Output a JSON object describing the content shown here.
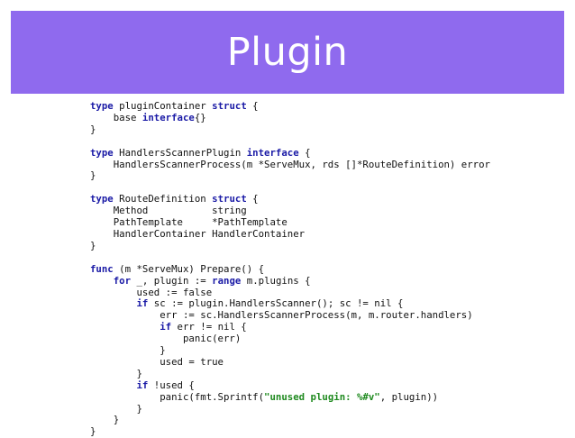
{
  "slide": {
    "title": "Plugin",
    "background_color": "#8f6aee",
    "code_lines": [
      [
        [
          "kw",
          "type"
        ],
        [
          "t",
          " pluginContainer "
        ],
        [
          "kw",
          "struct"
        ],
        [
          "t",
          " {"
        ]
      ],
      [
        [
          "t",
          "    base "
        ],
        [
          "kw",
          "interface"
        ],
        [
          "t",
          "{}"
        ]
      ],
      [
        [
          "t",
          "}"
        ]
      ],
      [
        [
          "t",
          ""
        ]
      ],
      [
        [
          "kw",
          "type"
        ],
        [
          "t",
          " HandlersScannerPlugin "
        ],
        [
          "kw",
          "interface"
        ],
        [
          "t",
          " {"
        ]
      ],
      [
        [
          "t",
          "    HandlersScannerProcess(m *ServeMux, rds []*RouteDefinition) error"
        ]
      ],
      [
        [
          "t",
          "}"
        ]
      ],
      [
        [
          "t",
          ""
        ]
      ],
      [
        [
          "kw",
          "type"
        ],
        [
          "t",
          " RouteDefinition "
        ],
        [
          "kw",
          "struct"
        ],
        [
          "t",
          " {"
        ]
      ],
      [
        [
          "t",
          "    Method           string"
        ]
      ],
      [
        [
          "t",
          "    PathTemplate     *PathTemplate"
        ]
      ],
      [
        [
          "t",
          "    HandlerContainer HandlerContainer"
        ]
      ],
      [
        [
          "t",
          "}"
        ]
      ],
      [
        [
          "t",
          ""
        ]
      ],
      [
        [
          "kw",
          "func"
        ],
        [
          "t",
          " (m *ServeMux) Prepare() {"
        ]
      ],
      [
        [
          "t",
          "    "
        ],
        [
          "kw",
          "for"
        ],
        [
          "t",
          " _, plugin := "
        ],
        [
          "kw",
          "range"
        ],
        [
          "t",
          " m.plugins {"
        ]
      ],
      [
        [
          "t",
          "        used := false"
        ]
      ],
      [
        [
          "t",
          "        "
        ],
        [
          "kw",
          "if"
        ],
        [
          "t",
          " sc := plugin.HandlersScanner(); sc != nil {"
        ]
      ],
      [
        [
          "t",
          "            err := sc.HandlersScannerProcess(m, m.router.handlers)"
        ]
      ],
      [
        [
          "t",
          "            "
        ],
        [
          "kw",
          "if"
        ],
        [
          "t",
          " err != nil {"
        ]
      ],
      [
        [
          "t",
          "                panic(err)"
        ]
      ],
      [
        [
          "t",
          "            }"
        ]
      ],
      [
        [
          "t",
          "            used = true"
        ]
      ],
      [
        [
          "t",
          "        }"
        ]
      ],
      [
        [
          "t",
          "        "
        ],
        [
          "kw",
          "if"
        ],
        [
          "t",
          " !used {"
        ]
      ],
      [
        [
          "t",
          "            panic(fmt.Sprintf("
        ],
        [
          "str",
          "\"unused plugin: %#v\""
        ],
        [
          "t",
          ", plugin))"
        ]
      ],
      [
        [
          "t",
          "        }"
        ]
      ],
      [
        [
          "t",
          "    }"
        ]
      ],
      [
        [
          "t",
          "}"
        ]
      ]
    ]
  }
}
